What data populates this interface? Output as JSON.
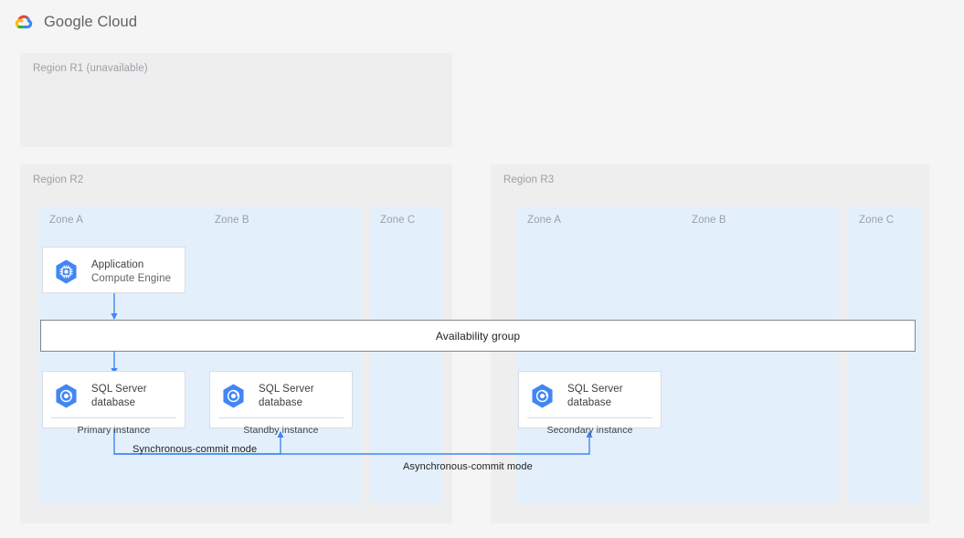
{
  "header": {
    "logo_icon": "google-cloud-logo",
    "title": "Google Cloud"
  },
  "colors": {
    "page_bg": "#f5f5f5",
    "region_bg": "#eeeeee",
    "zone_bg": "#e3f0fb",
    "card_bg": "#ffffff",
    "card_border": "#dadce0",
    "accent_blue": "#4285f4",
    "connector_blue": "#4285f4",
    "label_gray": "#9aa0a6",
    "text_dark": "#202124"
  },
  "regions": [
    {
      "id": "r1",
      "label": "Region R1 (unavailable)",
      "zones": []
    },
    {
      "id": "r2",
      "label": "Region R2",
      "zones": [
        {
          "id": "r2-zone-a",
          "label": "Zone A"
        },
        {
          "id": "r2-zone-b",
          "label": "Zone B"
        },
        {
          "id": "r2-zone-c",
          "label": "Zone C"
        }
      ]
    },
    {
      "id": "r3",
      "label": "Region R3",
      "zones": [
        {
          "id": "r3-zone-a",
          "label": "Zone A"
        },
        {
          "id": "r3-zone-b",
          "label": "Zone B"
        },
        {
          "id": "r3-zone-c",
          "label": "Zone C"
        }
      ]
    }
  ],
  "cards": {
    "application": {
      "icon": "compute-engine-icon",
      "title": "Application",
      "subtitle": "Compute Engine"
    },
    "primary_db": {
      "icon": "sql-server-database-icon",
      "title_line1": "SQL Server",
      "title_line2": "database",
      "footer": "Primary instance"
    },
    "standby_db": {
      "icon": "sql-server-database-icon",
      "title_line1": "SQL Server",
      "title_line2": "database",
      "footer": "Standby instance"
    },
    "secondary_db": {
      "icon": "sql-server-database-icon",
      "title_line1": "SQL Server",
      "title_line2": "database",
      "footer": "Secondary instance"
    }
  },
  "availability_group": {
    "label": "Availability group"
  },
  "connectors": [
    {
      "id": "sync",
      "label": "Synchronous-commit mode"
    },
    {
      "id": "async",
      "label": "Asynchronous-commit mode"
    }
  ]
}
